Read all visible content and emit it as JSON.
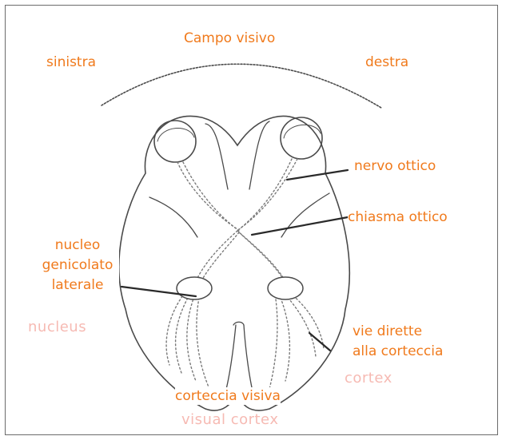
{
  "labels": {
    "campo_visivo": "Campo visivo",
    "sinistra": "sinistra",
    "destra": "destra",
    "nervo_ottico": "nervo ottico",
    "chiasma_ottico": "chiasma ottico",
    "nucleo_line1": "nucleo",
    "nucleo_line2": "genicolato",
    "nucleo_line3": "laterale",
    "vie_line1": "vie dirette",
    "vie_line2": "alla corteccia",
    "corteccia_visiva": "corteccia visiva"
  },
  "background_text": {
    "nucleus": "nucleus",
    "cortex": "cortex",
    "visual_cortex": "visual cortex"
  },
  "colors": {
    "label": "#f07a1c",
    "ghost": "#f4a39a",
    "lines": "#444444",
    "frame": "#6b6b6b"
  }
}
